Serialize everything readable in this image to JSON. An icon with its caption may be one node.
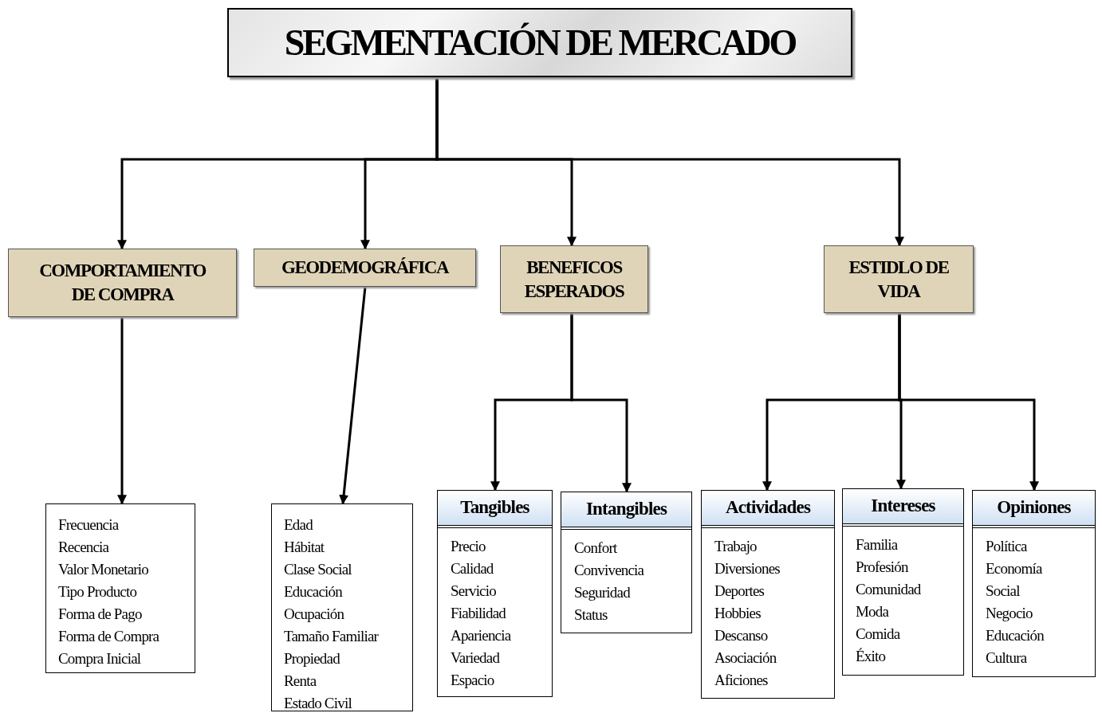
{
  "diagram": {
    "nodes": [
      {
        "text": [
          "SEGMENTACIÓN DE MERCADO"
        ]
      },
      {
        "text": [
          "COMPORTAMIENTO DE COMPRA"
        ]
      },
      {
        "text": [
          "GEODEMOGRÁFICA"
        ]
      },
      {
        "text": [
          "BENEFICOS ESPERADOS"
        ]
      },
      {
        "text": [
          "ESTIDLO DE VIDA"
        ]
      },
      {
        "text": [
          "Frecuencia",
          "Recencia",
          "Valor Monetario",
          "Tipo Producto",
          "Forma de Pago",
          "Forma de Compra",
          "Compra Inicial"
        ]
      },
      {
        "text": [
          "Edad",
          "Hábitat",
          "Clase Social",
          "Educación",
          "Ocupación",
          "Tamaño Familiar",
          "Propiedad",
          "Renta",
          "Estado Civil"
        ]
      },
      {
        "text": [
          "Tangibles",
          "Precio",
          "Calidad",
          "Servicio",
          "Fiabilidad",
          "Apariencia",
          "Variedad",
          "Espacio"
        ]
      },
      {
        "text": [
          "Intangibles",
          "Confort",
          "Convivencia",
          "Seguridad",
          "Status"
        ]
      },
      {
        "text": [
          "Actividades",
          "Trabajo",
          "Diversiones",
          "Deportes",
          "Hobbies",
          "Descanso",
          "Asociación",
          "Aficiones"
        ]
      },
      {
        "text": [
          "Intereses",
          "Familia",
          "Profesión",
          "Comunidad",
          "Moda",
          "Comida",
          "Éxito"
        ]
      },
      {
        "text": [
          "Opiniones",
          "Política",
          "Economía",
          "Social",
          "Negocio",
          "Educación",
          "Cultura"
        ]
      }
    ],
    "edges": [
      {
        "from": 0,
        "to": 1,
        "arrow": "to"
      },
      {
        "from": 0,
        "to": 2,
        "arrow": "to"
      },
      {
        "from": 0,
        "to": 3,
        "arrow": "to"
      },
      {
        "from": 0,
        "to": 4,
        "arrow": "to"
      },
      {
        "from": 1,
        "to": 5,
        "arrow": "to"
      },
      {
        "from": 2,
        "to": 6,
        "arrow": "to"
      },
      {
        "from": 3,
        "to": 7,
        "arrow": "to"
      },
      {
        "from": 3,
        "to": 8,
        "arrow": "to"
      },
      {
        "from": 4,
        "to": 9,
        "arrow": "to"
      },
      {
        "from": 4,
        "to": 10,
        "arrow": "to"
      },
      {
        "from": 4,
        "to": 11,
        "arrow": "to"
      }
    ]
  }
}
